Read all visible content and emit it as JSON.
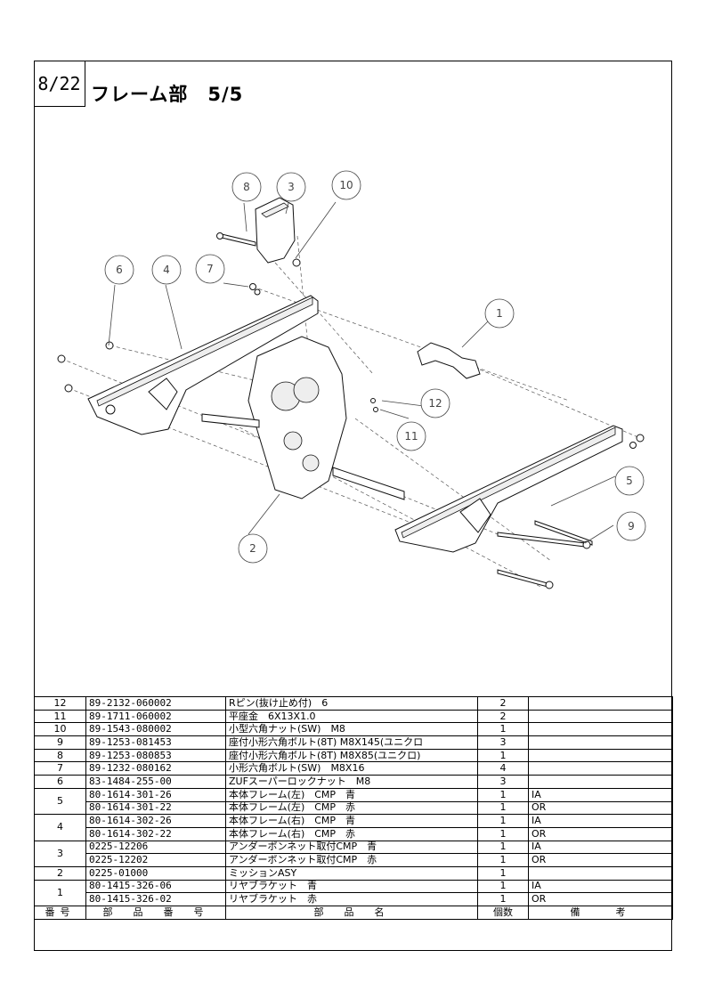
{
  "header": {
    "page_number": "8/22",
    "title": "フレーム部　5/5"
  },
  "callouts": [
    "1",
    "2",
    "3",
    "4",
    "5",
    "6",
    "7",
    "8",
    "9",
    "10",
    "11",
    "12"
  ],
  "table": {
    "headers": {
      "no": "番号",
      "part_number": "部　品　番　号",
      "part_name": "部　品　名",
      "qty": "個数",
      "remarks": "備　　考"
    },
    "rows": [
      {
        "no": "12",
        "part_number": "89-2132-060002",
        "part_name": "Rピン(抜け止め付)　6",
        "qty": "2",
        "remarks": ""
      },
      {
        "no": "11",
        "part_number": "89-1711-060002",
        "part_name": "平座金　6X13X1.0",
        "qty": "2",
        "remarks": ""
      },
      {
        "no": "10",
        "part_number": "89-1543-080002",
        "part_name": "小型六角ナット(SW)　M8",
        "qty": "1",
        "remarks": ""
      },
      {
        "no": "9",
        "part_number": "89-1253-081453",
        "part_name": "座付小形六角ボルト(8T) M8X145(ユニクロ",
        "qty": "3",
        "remarks": ""
      },
      {
        "no": "8",
        "part_number": "89-1253-080853",
        "part_name": "座付小形六角ボルト(8T) M8X85(ユニクロ)",
        "qty": "1",
        "remarks": ""
      },
      {
        "no": "7",
        "part_number": "89-1232-080162",
        "part_name": "小形六角ボルト(SW)　M8X16",
        "qty": "4",
        "remarks": ""
      },
      {
        "no": "6",
        "part_number": "83-1484-255-00",
        "part_name": "ZUFスーパーロックナット　M8",
        "qty": "3",
        "remarks": ""
      },
      {
        "no": "5",
        "part_number": "80-1614-301-26",
        "part_name": "本体フレーム(左)　CMP　青",
        "qty": "1",
        "remarks": "IA"
      },
      {
        "no": "",
        "part_number": "80-1614-301-22",
        "part_name": "本体フレーム(左)　CMP　赤",
        "qty": "1",
        "remarks": "OR"
      },
      {
        "no": "4",
        "part_number": "80-1614-302-26",
        "part_name": "本体フレーム(右)　CMP　青",
        "qty": "1",
        "remarks": "IA"
      },
      {
        "no": "",
        "part_number": "80-1614-302-22",
        "part_name": "本体フレーム(右)　CMP　赤",
        "qty": "1",
        "remarks": "OR"
      },
      {
        "no": "3",
        "part_number": "0225-12206",
        "part_name": "アンダーボンネット取付CMP　青",
        "qty": "1",
        "remarks": "IA"
      },
      {
        "no": "",
        "part_number": "0225-12202",
        "part_name": "アンダーボンネット取付CMP　赤",
        "qty": "1",
        "remarks": "OR"
      },
      {
        "no": "2",
        "part_number": "0225-01000",
        "part_name": "ミッションASY",
        "qty": "1",
        "remarks": ""
      },
      {
        "no": "1",
        "part_number": "80-1415-326-06",
        "part_name": "リヤブラケット　青",
        "qty": "1",
        "remarks": "IA"
      },
      {
        "no": "",
        "part_number": "80-1415-326-02",
        "part_name": "リヤブラケット　赤",
        "qty": "1",
        "remarks": "OR"
      }
    ]
  }
}
